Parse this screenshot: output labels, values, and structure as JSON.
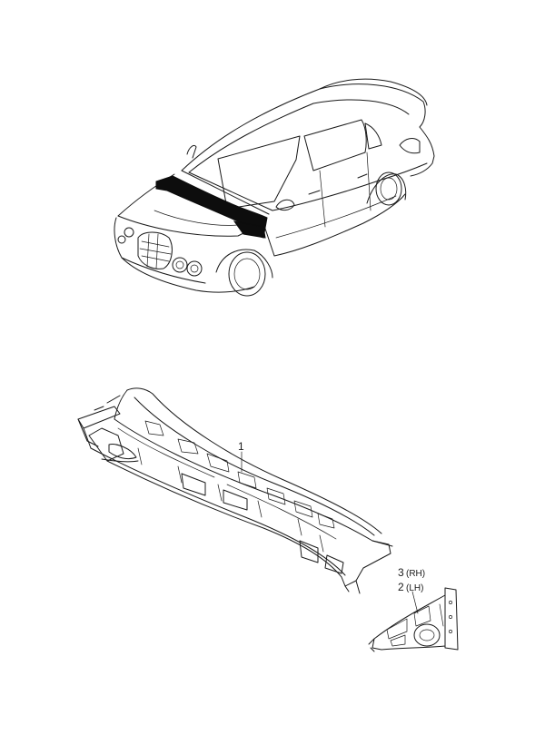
{
  "callouts": [
    {
      "number": "1"
    },
    {
      "number": "3",
      "side": "(RH)"
    },
    {
      "number": "2",
      "side": "(LH)"
    }
  ],
  "colors": {
    "line": "#1a1a1a",
    "highlight": "#0d0d0d",
    "background": "#ffffff"
  }
}
